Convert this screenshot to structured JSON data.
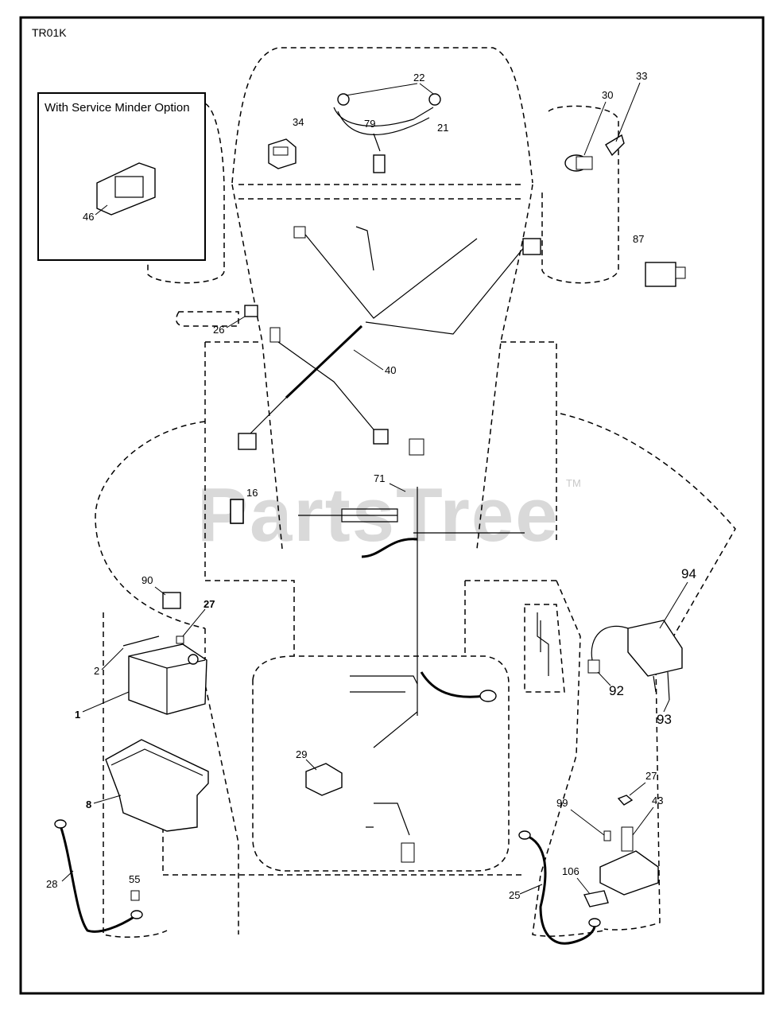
{
  "diagram": {
    "code": "TR01K",
    "inset_title": "With Service Minder Option",
    "watermark": "PartsTree",
    "trademark": "TM",
    "callouts": {
      "p1": "1",
      "p2": "2",
      "p8": "8",
      "p16": "16",
      "p21": "21",
      "p22": "22",
      "p25": "25",
      "p26": "26",
      "p27a": "27",
      "p27b": "27",
      "p28": "28",
      "p29": "29",
      "p30": "30",
      "p33": "33",
      "p34": "34",
      "p40": "40",
      "p43": "43",
      "p46": "46",
      "p55": "55",
      "p71": "71",
      "p79": "79",
      "p87": "87",
      "p90": "90",
      "p92": "92",
      "p93": "93",
      "p94": "94",
      "p99": "99",
      "p106": "106"
    }
  }
}
